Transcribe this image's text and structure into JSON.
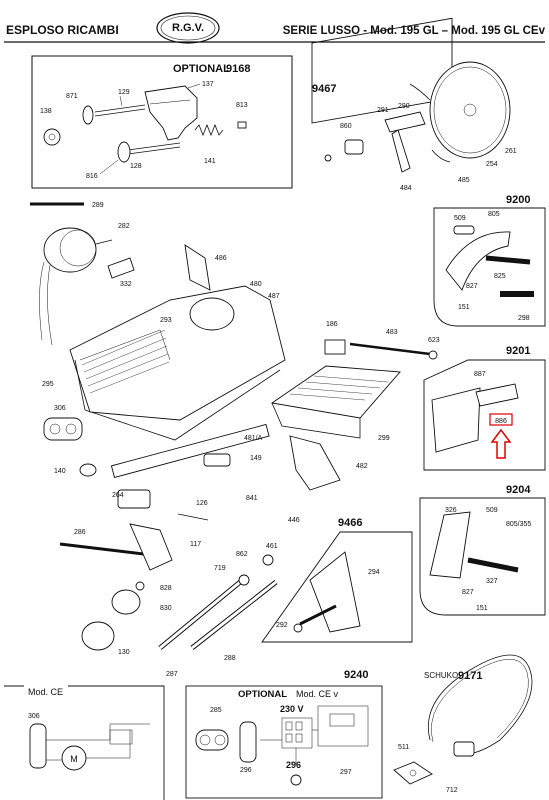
{
  "header": {
    "left_title": "ESPLOSO RICAMBI",
    "logo_text": "R.G.V.",
    "right_title": "SERIE LUSSO - Mod. 195 GL – Mod. 195 GL CEv"
  },
  "kits": {
    "optional_9168_label": "OPTIONAL",
    "optional_9168_code": "9168",
    "kit_9467": "9467",
    "kit_9200": "9200",
    "kit_9201": "9201",
    "kit_9204": "9204",
    "kit_9466": "9466",
    "kit_9240": "9240",
    "optional_9240_label": "OPTIONAL",
    "mod_ce_v": "Mod. CE v",
    "schuko_label": "SCHUKO",
    "kit_9171": "9171",
    "mod_ce": "Mod. CE",
    "voltage": "230 V",
    "part_886": "886"
  },
  "parts": {
    "p137": "137",
    "p129": "129",
    "p871": "871",
    "p138": "138",
    "p813": "813",
    "p816": "816",
    "p128": "128",
    "p141": "141",
    "p291": "291",
    "p290": "290",
    "p860": "860",
    "p261": "261",
    "p254": "254",
    "p485": "485",
    "p484": "484",
    "p289": "289",
    "p282": "282",
    "p332": "332",
    "p486": "486",
    "p480": "480",
    "p487": "487",
    "p293": "293",
    "p295": "295",
    "p306": "306",
    "p481a": "481/A",
    "p140": "140",
    "p149": "149",
    "p264": "264",
    "p126": "126",
    "p841": "841",
    "p186": "186",
    "p483": "483",
    "p623": "623",
    "p299": "299",
    "p482": "482",
    "p446": "446",
    "p509": "509",
    "p805": "805",
    "p825": "825",
    "p827": "827",
    "p151": "151",
    "p298": "298",
    "p887": "887",
    "p326": "326",
    "p509b": "509",
    "p805_355": "805/355",
    "p327": "327",
    "p827b": "827",
    "p151b": "151",
    "p286": "286",
    "p117": "117",
    "p862": "862",
    "p461": "461",
    "p719": "719",
    "p828": "828",
    "p830": "830",
    "p130": "130",
    "p287": "287",
    "p288": "288",
    "p294": "294",
    "p292": "292",
    "p306b": "306",
    "p285": "285",
    "p296": "296",
    "p296b": "296",
    "p297": "297",
    "p511": "511",
    "p712": "712"
  }
}
